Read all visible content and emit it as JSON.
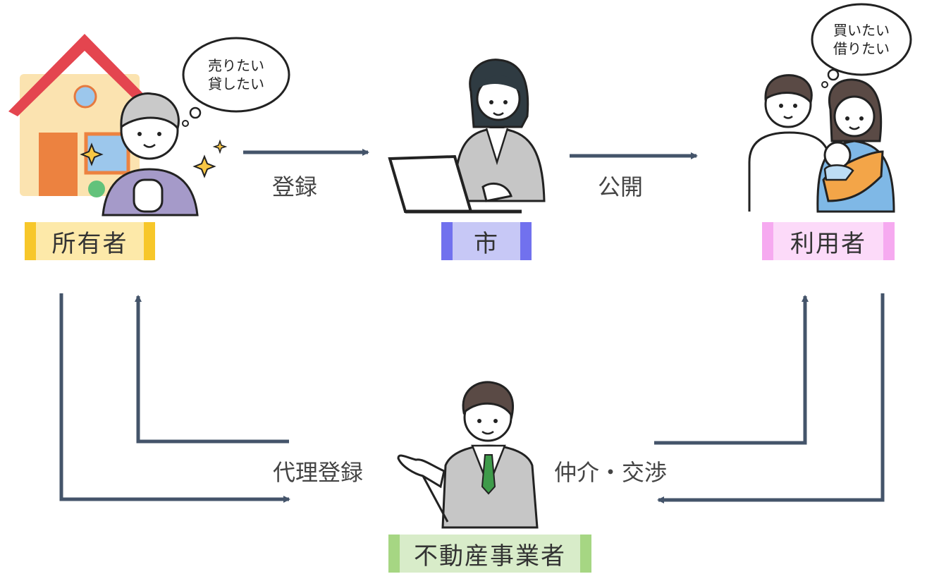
{
  "nodes": {
    "owner": {
      "label": "所有者",
      "fill": "#fde9a9",
      "edge": "#f7c72a"
    },
    "city": {
      "label": "市",
      "fill": "#c7c8f6",
      "edge": "#7171ee"
    },
    "user": {
      "label": "利用者",
      "fill": "#fcdaf9",
      "edge": "#f6aaf0"
    },
    "agent": {
      "label": "不動産事業者",
      "fill": "#d8ecc9",
      "edge": "#a6d683"
    }
  },
  "edges": {
    "register": "登録",
    "publish": "公開",
    "proxy_register": "代理登録",
    "mediation": "仲介・交渉"
  },
  "bubbles": {
    "owner_thought": "売りたい\n貸したい",
    "user_thought": "買いたい\n借りたい"
  },
  "colors": {
    "arrow": "#44546a"
  }
}
